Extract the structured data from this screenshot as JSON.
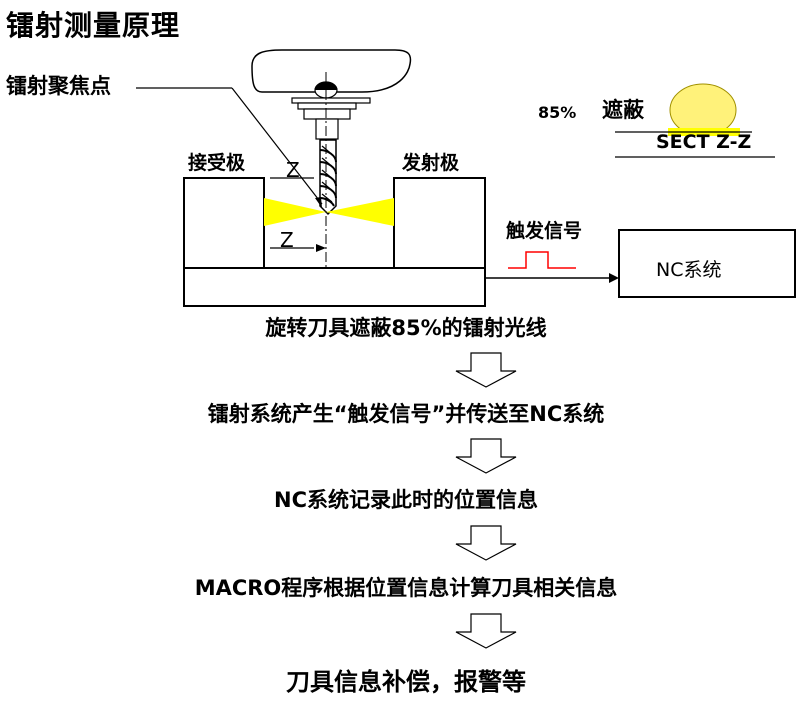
{
  "title": "镭射测量原理",
  "labels": {
    "focus_point": "镭射聚焦点",
    "receiver": "接受极",
    "emitter": "发射极",
    "axis_z_top": "Z",
    "axis_z_bottom": "Z",
    "block_percent": "85%",
    "block": "遮蔽",
    "section": "SECT  Z-Z",
    "trigger_signal": "触发信号",
    "nc_system": "NC系统"
  },
  "steps": [
    "旋转刀具遮蔽85%的镭射光线",
    "镭射系统产生“触发信号”并传送至NC系统",
    "NC系统记录此时的位置信息",
    "MACRO程序根据位置信息计算刀具相关信息",
    "刀具信息补偿，报警等"
  ],
  "colors": {
    "laser_beam": "#ffff00",
    "cross_section_fill": "#fff27a",
    "signal_pulse": "#ff0000",
    "line": "#000000"
  },
  "icons": {
    "spindle": "spindle-head-icon",
    "tool": "end-mill-tool-icon",
    "arrow": "down-block-arrow-icon"
  }
}
